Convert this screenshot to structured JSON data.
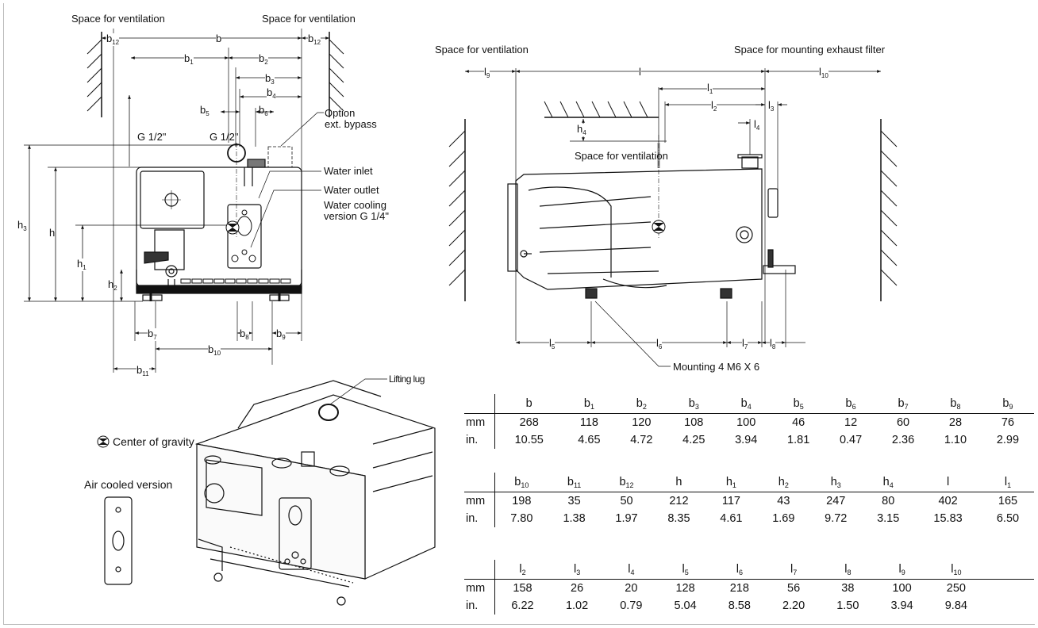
{
  "front_view": {
    "space_left": "Space for ventilation",
    "space_right": "Space for ventilation",
    "option_bypass": [
      "Option",
      "ext. bypass"
    ],
    "thread_left": "G 1/2\"",
    "thread_right": "G 1/2\"",
    "water_inlet": "Water inlet",
    "water_outlet": "Water outlet",
    "water_cooling": [
      "Water cooling",
      "version G 1/4\""
    ]
  },
  "side_view": {
    "space_left": "Space for ventilation",
    "space_right": "Space for mounting exhaust filter",
    "space_top": "Space for ventilation",
    "mounting": "Mounting 4 M6 X 6"
  },
  "legend": {
    "center_of_gravity": "Center of gravity",
    "air_cooled": "Air cooled version",
    "lifting_lug": "Lifting lug"
  },
  "dimensions": {
    "row_labels": [
      "mm",
      "in."
    ],
    "tables": [
      {
        "cols": [
          [
            "b",
            ""
          ],
          [
            "b",
            "1"
          ],
          [
            "b",
            "2"
          ],
          [
            "b",
            "3"
          ],
          [
            "b",
            "4"
          ],
          [
            "b",
            "5"
          ],
          [
            "b",
            "6"
          ],
          [
            "b",
            "7"
          ],
          [
            "b",
            "8"
          ],
          [
            "b",
            "9"
          ]
        ],
        "mm": [
          "268",
          "118",
          "120",
          "108",
          "100",
          "46",
          "12",
          "60",
          "28",
          "76"
        ],
        "in": [
          "10.55",
          "4.65",
          "4.72",
          "4.25",
          "3.94",
          "1.81",
          "0.47",
          "2.36",
          "1.10",
          "2.99"
        ]
      },
      {
        "cols": [
          [
            "b",
            "10"
          ],
          [
            "b",
            "11"
          ],
          [
            "b",
            "12"
          ],
          [
            "h",
            ""
          ],
          [
            "h",
            "1"
          ],
          [
            "h",
            "2"
          ],
          [
            "h",
            "3"
          ],
          [
            "h",
            "4"
          ],
          [
            "l",
            ""
          ],
          [
            "l",
            "1"
          ]
        ],
        "mm": [
          "198",
          "35",
          "50",
          "212",
          "117",
          "43",
          "247",
          "80",
          "402",
          "165"
        ],
        "in": [
          "7.80",
          "1.38",
          "1.97",
          "8.35",
          "4.61",
          "1.69",
          "9.72",
          "3.15",
          "15.83",
          "6.50"
        ]
      },
      {
        "cols": [
          [
            "l",
            "2"
          ],
          [
            "l",
            "3"
          ],
          [
            "l",
            "4"
          ],
          [
            "l",
            "5"
          ],
          [
            "l",
            "6"
          ],
          [
            "l",
            "7"
          ],
          [
            "l",
            "8"
          ],
          [
            "l",
            "9"
          ],
          [
            "l",
            "10"
          ]
        ],
        "mm": [
          "158",
          "26",
          "20",
          "128",
          "218",
          "56",
          "38",
          "100",
          "250"
        ],
        "in": [
          "6.22",
          "1.02",
          "0.79",
          "5.04",
          "8.58",
          "2.20",
          "1.50",
          "3.94",
          "9.84"
        ]
      }
    ]
  }
}
